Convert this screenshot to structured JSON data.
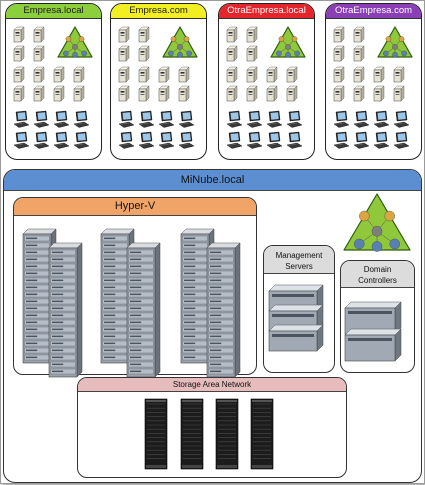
{
  "tenants": [
    {
      "name": "Empresa.local",
      "header_color": "#8ccf3c",
      "text_color": "#1b1b1b"
    },
    {
      "name": "Empresa.com",
      "header_color": "#f2ee24",
      "text_color": "#1b1b1b"
    },
    {
      "name": "OtraEmpresa.local",
      "header_color": "#e4262c",
      "text_color": "#ffffff"
    },
    {
      "name": "OtraEmpresa.com",
      "header_color": "#8a3fb4",
      "text_color": "#ffffff"
    }
  ],
  "cloud": {
    "title": "MiNube.local",
    "header_color": "#5b8fd1"
  },
  "hyperv": {
    "title": "Hyper-V",
    "header_color": "#f0a468"
  },
  "management": {
    "title_line1": "Management",
    "title_line2": "Servers",
    "header_color": "#dcdcdc"
  },
  "domain_controllers": {
    "title_line1": "Domain",
    "title_line2": "Controllers",
    "header_color": "#dcdcdc"
  },
  "san": {
    "title": "Storage Area Network",
    "header_color": "#e6bcbc"
  },
  "icons": {
    "tenant_server": "tower-server-icon",
    "tenant_workstation": "workstation-icon",
    "directory": "active-directory-triangle-icon",
    "rack": "server-rack-icon",
    "storage": "storage-rack-icon"
  }
}
